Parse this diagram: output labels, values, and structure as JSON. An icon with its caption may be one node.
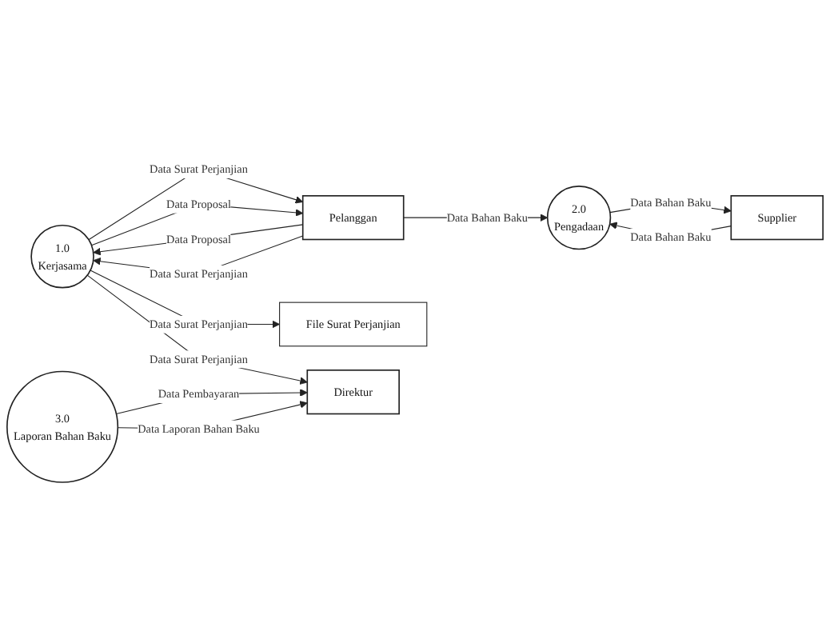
{
  "diagram": {
    "nodes": [
      {
        "text": [
          "1.0",
          "Kerjasama"
        ]
      },
      {
        "text": [
          "Pelanggan"
        ]
      },
      {
        "text": [
          "File Surat Perjanjian"
        ]
      },
      {
        "text": [
          "Direktur"
        ]
      },
      {
        "text": [
          "2.0",
          "Pengadaan"
        ]
      },
      {
        "text": [
          "Supplier"
        ]
      },
      {
        "text": [
          "3.0",
          "Laporan Bahan Baku"
        ]
      }
    ],
    "edges": [
      {
        "from": 0,
        "to": 1,
        "arrow": "to",
        "label": "Data Surat Perjanjian"
      },
      {
        "from": 0,
        "to": 1,
        "arrow": "to",
        "label": "Data Proposal"
      },
      {
        "from": 1,
        "to": 0,
        "arrow": "to",
        "label": "Data Proposal"
      },
      {
        "from": 1,
        "to": 0,
        "arrow": "to",
        "label": "Data Surat Perjanjian"
      },
      {
        "from": 0,
        "to": 2,
        "arrow": "to",
        "label": "Data Surat Perjanjian"
      },
      {
        "from": 0,
        "to": 3,
        "arrow": "to",
        "label": "Data Surat Perjanjian"
      },
      {
        "from": 1,
        "to": 4,
        "arrow": "to",
        "label": "Data Bahan Baku"
      },
      {
        "from": 5,
        "to": 4,
        "arrow": "to",
        "label": "Data Bahan Baku"
      },
      {
        "from": 4,
        "to": 5,
        "arrow": "to",
        "label": "Data Bahan Baku"
      },
      {
        "from": 6,
        "to": 3,
        "arrow": "to",
        "label": "Data Pembayaran"
      },
      {
        "from": 6,
        "to": 3,
        "arrow": "to",
        "label": "Data Laporan Bahan Baku"
      }
    ]
  }
}
